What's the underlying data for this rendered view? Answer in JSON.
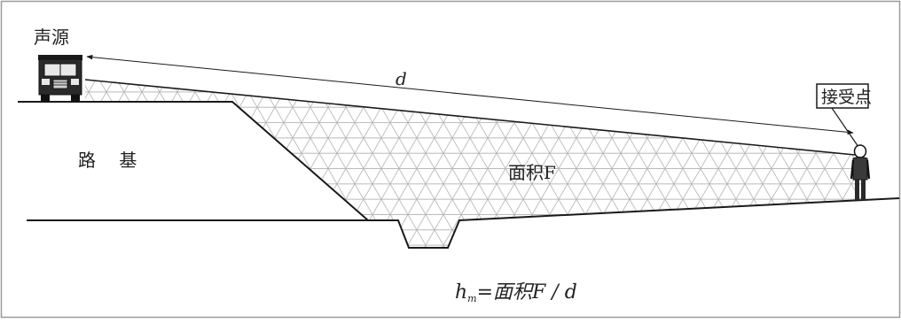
{
  "labels": {
    "source": "声源",
    "receiver": "接受点",
    "subgrade": "路 基",
    "area": "面积F",
    "distance": "d"
  },
  "formula": {
    "lhs": "h",
    "sub": "m",
    "rhs": "=面积F / d"
  },
  "colors": {
    "line": "#1a1a1a",
    "hatch": "#b9b9b9",
    "frame": "#9a9a9a",
    "background": "#ffffff"
  },
  "icons": [
    "truck-icon",
    "person-icon"
  ]
}
